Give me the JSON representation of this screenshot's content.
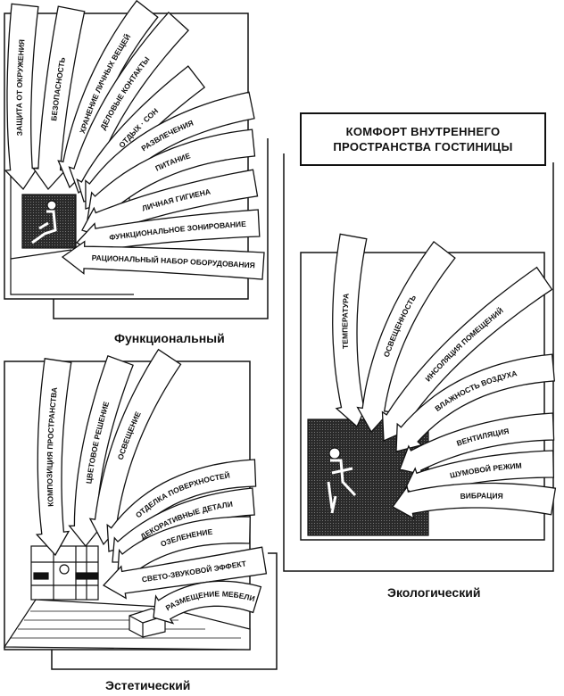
{
  "title": {
    "line1": "КОМФОРТ ВНУТРЕННЕГО",
    "line2": "ПРОСТРАНСТВА ГОСТИНИЦЫ"
  },
  "panels": {
    "functional": {
      "caption": "Функциональный",
      "factors": [
        "Защита от окружения",
        "Безопасность",
        "Хранение личных вещей",
        "Деловые контакты",
        "Отдых · сон",
        "Развлечения",
        "Питание",
        "Личная гигиена",
        "Функциональное зонирование",
        "Рациональный набор оборудования"
      ]
    },
    "aesthetic": {
      "caption": "Эстетический",
      "factors": [
        "Композиция пространства",
        "Цветовое решение",
        "Освещение",
        "Отделка поверхностей",
        "Декоративные детали",
        "Озеленение",
        "Свето-звуковой эффект",
        "Размещение мебели"
      ]
    },
    "ecological": {
      "caption": "Экологический",
      "factors": [
        "Температура",
        "Освещенность",
        "Инсоляция помещений",
        "Влажность воздуха",
        "Вентиляция",
        "Шумовой режим",
        "Вибрация"
      ]
    }
  },
  "colors": {
    "ink": "#111111",
    "paper": "#ffffff",
    "shade": "#333333"
  }
}
